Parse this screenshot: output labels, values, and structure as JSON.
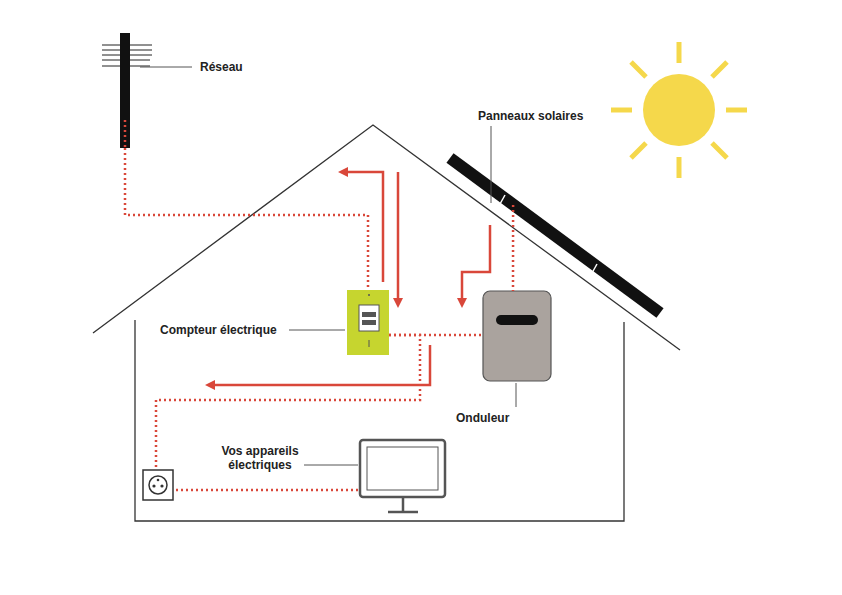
{
  "diagram": {
    "nodes": [
      {
        "text": [
          "Réseau"
        ]
      },
      {
        "text": [
          "Panneaux solaires"
        ]
      },
      {
        "text": [
          "Compteur électrique"
        ]
      },
      {
        "text": [
          "Onduleur"
        ]
      },
      {
        "text": [
          "Vos appareils électriques"
        ]
      }
    ],
    "edges": [
      {
        "from": 0,
        "to": 2,
        "arrow": "none"
      },
      {
        "from": 1,
        "to": 3,
        "arrow": "none"
      },
      {
        "from": 2,
        "to": 3,
        "arrow": "none"
      },
      {
        "from": 2,
        "to": 4,
        "arrow": "none"
      }
    ]
  }
}
